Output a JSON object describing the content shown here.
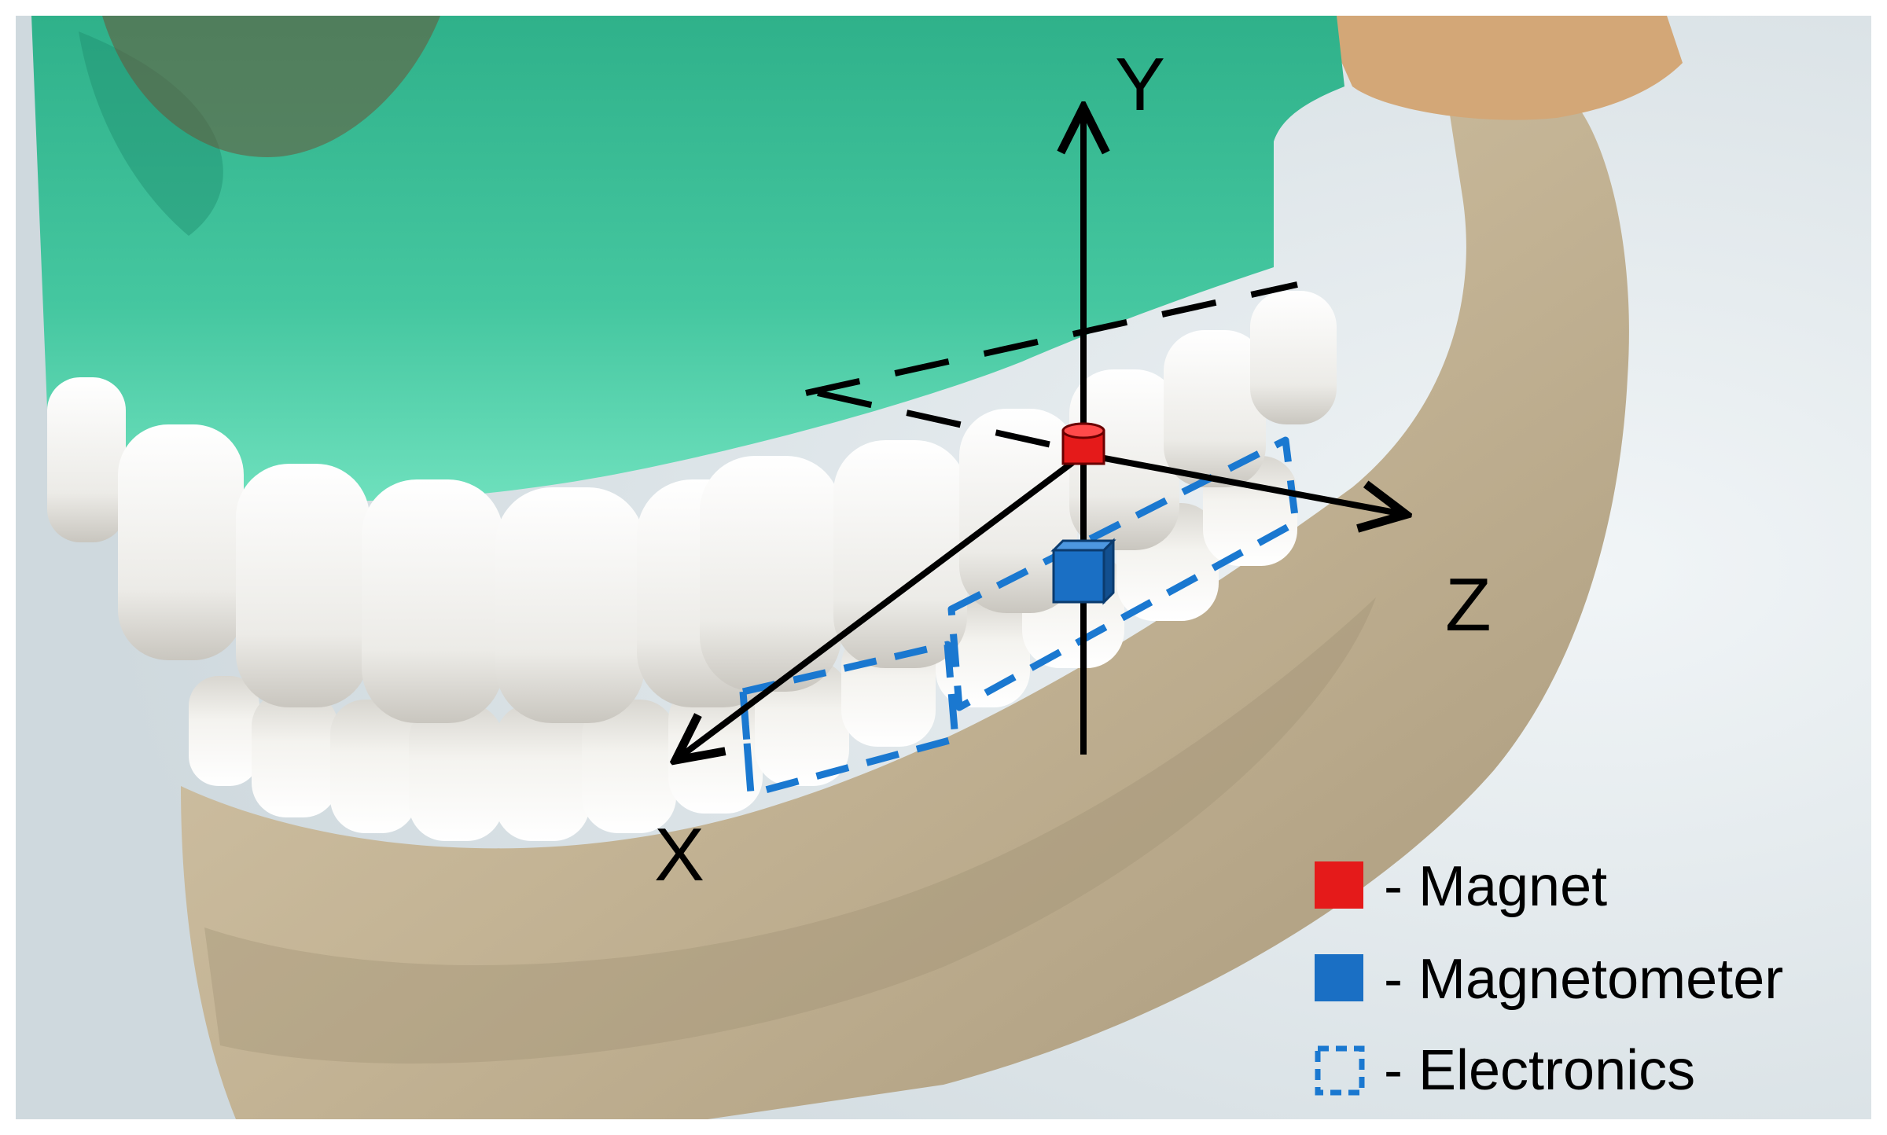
{
  "axes": {
    "y_label": "Y",
    "z_label": "Z",
    "x_label": "X"
  },
  "legend": {
    "items": [
      {
        "symbol": "filled-square",
        "color": "#e51a1a",
        "text": "- Magnet"
      },
      {
        "symbol": "filled-square",
        "color": "#1a6fc4",
        "text": "- Magnetometer"
      },
      {
        "symbol": "dashed-square",
        "color": "#1a6fc4",
        "text": "- Electronics"
      }
    ]
  },
  "colors": {
    "magnet": "#e51a1a",
    "magnetometer": "#1a6fc4",
    "electronics_outline": "#1a78d0",
    "axis": "#000000",
    "upper_jaw": "#3fc39a",
    "bone": "#cbbb9d",
    "teeth": "#f2f2f0",
    "background": "#dfe6ea"
  }
}
